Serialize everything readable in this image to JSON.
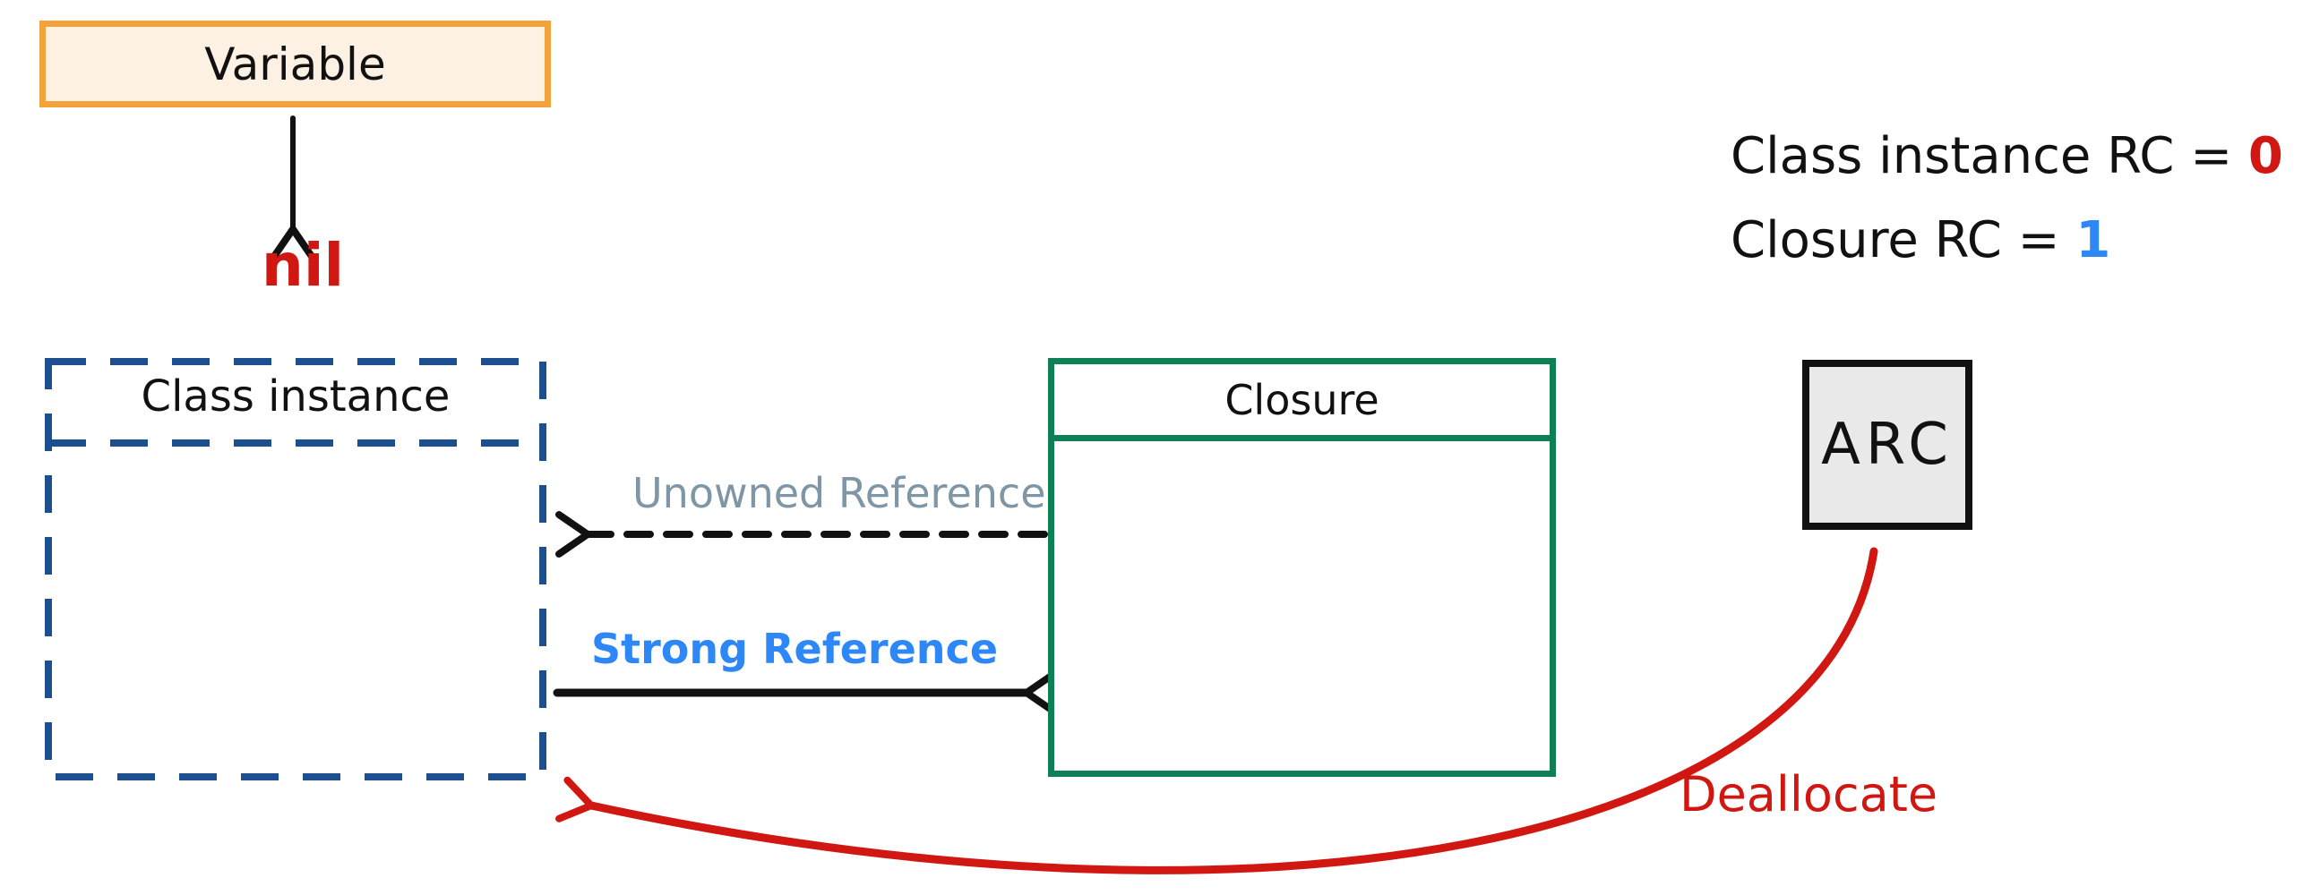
{
  "diagram": {
    "topic": "ARC reference counting with closure",
    "nodes": {
      "variable": {
        "label": "Variable"
      },
      "nil": {
        "label": "nil"
      },
      "class_instance": {
        "label": "Class instance"
      },
      "closure": {
        "label": "Closure"
      },
      "arc": {
        "label": "ARC"
      }
    },
    "edges": {
      "variable_to_nil": {
        "label": "",
        "style": "solid-black-arrow-down"
      },
      "unowned": {
        "label": "Unowned Reference",
        "style": "dashed-black-arrow-left"
      },
      "strong": {
        "label": "Strong Reference",
        "style": "solid-black-arrow-right"
      },
      "deallocate": {
        "label": "Deallocate",
        "style": "red-curved-arrow"
      }
    },
    "annotations": {
      "class_instance_rc": {
        "prefix": "Class instance RC = ",
        "value": "0",
        "value_color": "#D01712"
      },
      "closure_rc": {
        "prefix": "Closure RC = ",
        "value": "1",
        "value_color": "#2D87F7"
      }
    },
    "colors": {
      "variable_border": "#F2A33C",
      "variable_fill": "#FCF1E3",
      "class_instance_border": "#1B4F8F",
      "closure_border": "#0D8155",
      "arc_fill": "#E9E9E9",
      "outline_black": "#111111",
      "red": "#D01712",
      "strong_blue": "#2D87F7",
      "unowned_gray": "#7E96A6"
    }
  }
}
